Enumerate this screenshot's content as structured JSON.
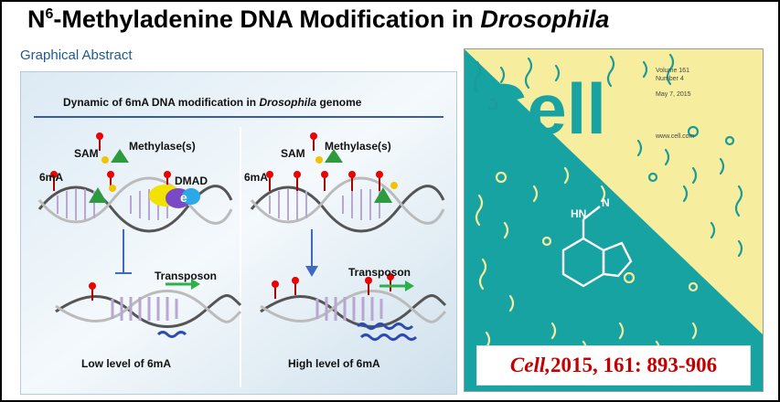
{
  "title": {
    "sup": "6",
    "prefix": "N",
    "middle": "-Methyladenine DNA Modification in ",
    "italic": "Drosophila"
  },
  "graphical_abstract": "Graphical Abstract",
  "abstract": {
    "header_prefix": "Dynamic of 6mA DNA modification in ",
    "header_italic": "Drosophila",
    "header_suffix": " genome",
    "left": {
      "sam": "SAM",
      "methylase": "Methylase(s)",
      "mark": "6mA",
      "dmad": "DMAD",
      "transposon": "Transposon",
      "caption": "Low level of 6mA"
    },
    "right": {
      "sam": "SAM",
      "methylase": "Methylase(s)",
      "mark": "6mA",
      "transposon": "Transposon",
      "caption": "High level of 6mA"
    }
  },
  "cover": {
    "journal": "Cell",
    "volume": "Volume 161",
    "number": "Number 4",
    "date": "May 7, 2015",
    "site": "www.cell.com",
    "nh": "N",
    "hn": "HN",
    "colors": {
      "teal": "#17a3a1",
      "yellow": "#f6ee9e"
    }
  },
  "citation": {
    "journal": "Cell,",
    "rest": " 2015, 161: 893-906"
  }
}
